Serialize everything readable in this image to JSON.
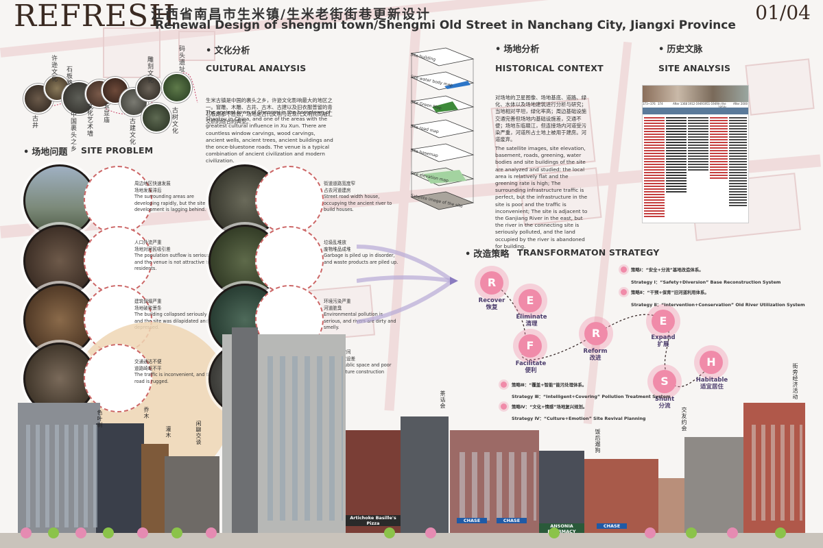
{
  "header": {
    "brand": "REFRESH",
    "title_cn": "江西省南昌市生米镇/生米老街街巷更新设计",
    "title_en": "Renewal Design of shengmi town/Shengmi Old Street in Nanchang City, Jiangxi Province",
    "page": "01/04"
  },
  "cultural": {
    "head_cn": "文化分析",
    "head_en": "CULTURAL ANALYSIS",
    "text_cn": "生米古镇是中国的裹头之乡，许逊文化影响最大的地区之一。窗雕、木雕、古井、古木、古建以及旧衣服普留的青石板路都不胜数，场地是古代文明与近现代文明共同融汇交织的综合的典型。",
    "text_en": "The ancient town of Shengmi is the hometown of Shantou in China, and one of the areas with the greatest cultural influence in Xu Xun. There are countless window carvings, wood carvings, ancient wells, ancient trees, ancient buildings and the once-bluestone roads. The venue is a typical combination of ancient civilization and modern civilization.",
    "labels": [
      "许逊文化",
      "古井",
      "中国裹头之乡",
      "石板路",
      "文化艺术墙",
      "五显庙",
      "雕刻文化",
      "古建文化",
      "码头遗址",
      "古树文化"
    ]
  },
  "layers": [
    "Site building",
    "Site water body map",
    "Site Green Map",
    "Site road map",
    "Site basemap",
    "Site elevation map",
    "Satellite image of the site"
  ],
  "historical": {
    "head_cn": "场地分析",
    "head_en": "HISTORICAL CONTEXT",
    "text_cn": "对场地的卫星图像、场地基底、道路、绿化、水体以及场地建筑进行分析与研究；当地相对平坦，绿化率高；周边基础设施交通完善但场地内基础设施差，交通不便；场地东临赣江，但连接场内河道受污染严重，河道所占土地上被用于建房。河道废弃。",
    "text_en": "The satellite images, site elevation, basement, roads, greening, water bodies and site buildings of the site are analyzed and studied: the local area is relatively flat and the greening rate is high; The surrounding infrastructure traffic is perfect, but the infrastructure in the site is poor and the traffic is inconvenient; The site is adjacent to the Ganjiang River in the east, but the river in the connecting site is seriously polluted, and the land occupied by the river is abandoned for building."
  },
  "history": {
    "head_cn": "历史文脉",
    "head_en": "SITE ANALYSIS",
    "timeline": [
      "373~376",
      "374",
      "After 1368",
      "1912-1949",
      "1951-1949",
      "In the 1950s",
      "After 2000"
    ]
  },
  "problem": {
    "head_cn": "场地问题",
    "head_en": "SITE PROBLEM",
    "items": [
      {
        "cn1": "周边地区快速发展",
        "cn2": "场地发展滞后",
        "en": "The surrounding areas are developing rapidly, but the site development is lagging behind."
      },
      {
        "cn1": "人口外流严重",
        "cn2": "场地对居民吸引差",
        "en": "The population outflow is serious, and the venue is not attractive to residents."
      },
      {
        "cn1": "建筑倒塌严重",
        "cn2": "场地破败萧条",
        "en": "The building collapsed seriously and the site was dilapidated and depressed."
      },
      {
        "cn1": "交通通达不便",
        "cn2": "道路崎岖不平",
        "en": "The traffic is inconvenient, and the road is rugged."
      },
      {
        "cn1": "街道道路宽度窄",
        "cn2": "占去河道建房",
        "en": "Street road width house, occupying the ancient river to build houses."
      },
      {
        "cn1": "垃圾乱堆放",
        "cn2": "废物堆品成堆",
        "en": "Garbage is piled up in disorder, and waste products are piled up."
      },
      {
        "cn1": "环境污染严重",
        "cn2": "河道脏臭",
        "en": "Environmental pollution is serious, and rivers are dirty and smelly."
      },
      {
        "cn1": "缺少公共空间",
        "cn2": "基础设施建设差",
        "en": "Lack of public space and poor infrastructure construction"
      }
    ]
  },
  "strategy": {
    "head_cn": "改造策略",
    "head_en": "TRANSFORMATON STRATEGY",
    "steps": [
      {
        "letter": "R",
        "en": "Recover",
        "cn": "恢复"
      },
      {
        "letter": "E",
        "en": "Eliminate",
        "cn": "清理"
      },
      {
        "letter": "F",
        "en": "Facilitate",
        "cn": "便利"
      },
      {
        "letter": "R",
        "en": "Reform",
        "cn": "改进"
      },
      {
        "letter": "E",
        "en": "Expand",
        "cn": "扩展"
      },
      {
        "letter": "S",
        "en": "Shunt",
        "cn": "分流"
      },
      {
        "letter": "H",
        "en": "Habitable",
        "cn": "适宜居住"
      }
    ],
    "items": [
      {
        "cn": "策略Ⅰ：“安全+分流”基地改造体系。",
        "en": "Strategy Ⅰ：“Safety+Diversion” Base Reconstruction System"
      },
      {
        "cn": "策略Ⅱ：“干预+保育”旧河道利用体系。",
        "en": "Strategy Ⅱ：“Intervention+Conservation” Old River Utilization System"
      },
      {
        "cn": "策略Ⅲ：“覆盖+智能”能污处理体系。",
        "en": "Strategy Ⅲ：“Intelligent+Covering” Pollution Treatment System"
      },
      {
        "cn": "策略Ⅳ：“文化+情感”场地复兴规划。",
        "en": "Strategy Ⅳ：“Culture+Emotion” Site Revival Planning"
      }
    ]
  },
  "skyline": {
    "labels": [
      "色叶树",
      "乔木",
      "灌木",
      "闲聊交谈",
      "茶话会",
      "饭后遛狗",
      "交友约会",
      "街旁经济活动"
    ],
    "signs": [
      "Artichoke Basille's Pizza",
      "CHASE",
      "CHASE",
      "ANSONIA PHARMACY",
      "CHASE"
    ]
  },
  "colors": {
    "accent_pink": "#f08ba9",
    "dark": "#2d2a28",
    "strategy_text": "#4a3b6b"
  }
}
